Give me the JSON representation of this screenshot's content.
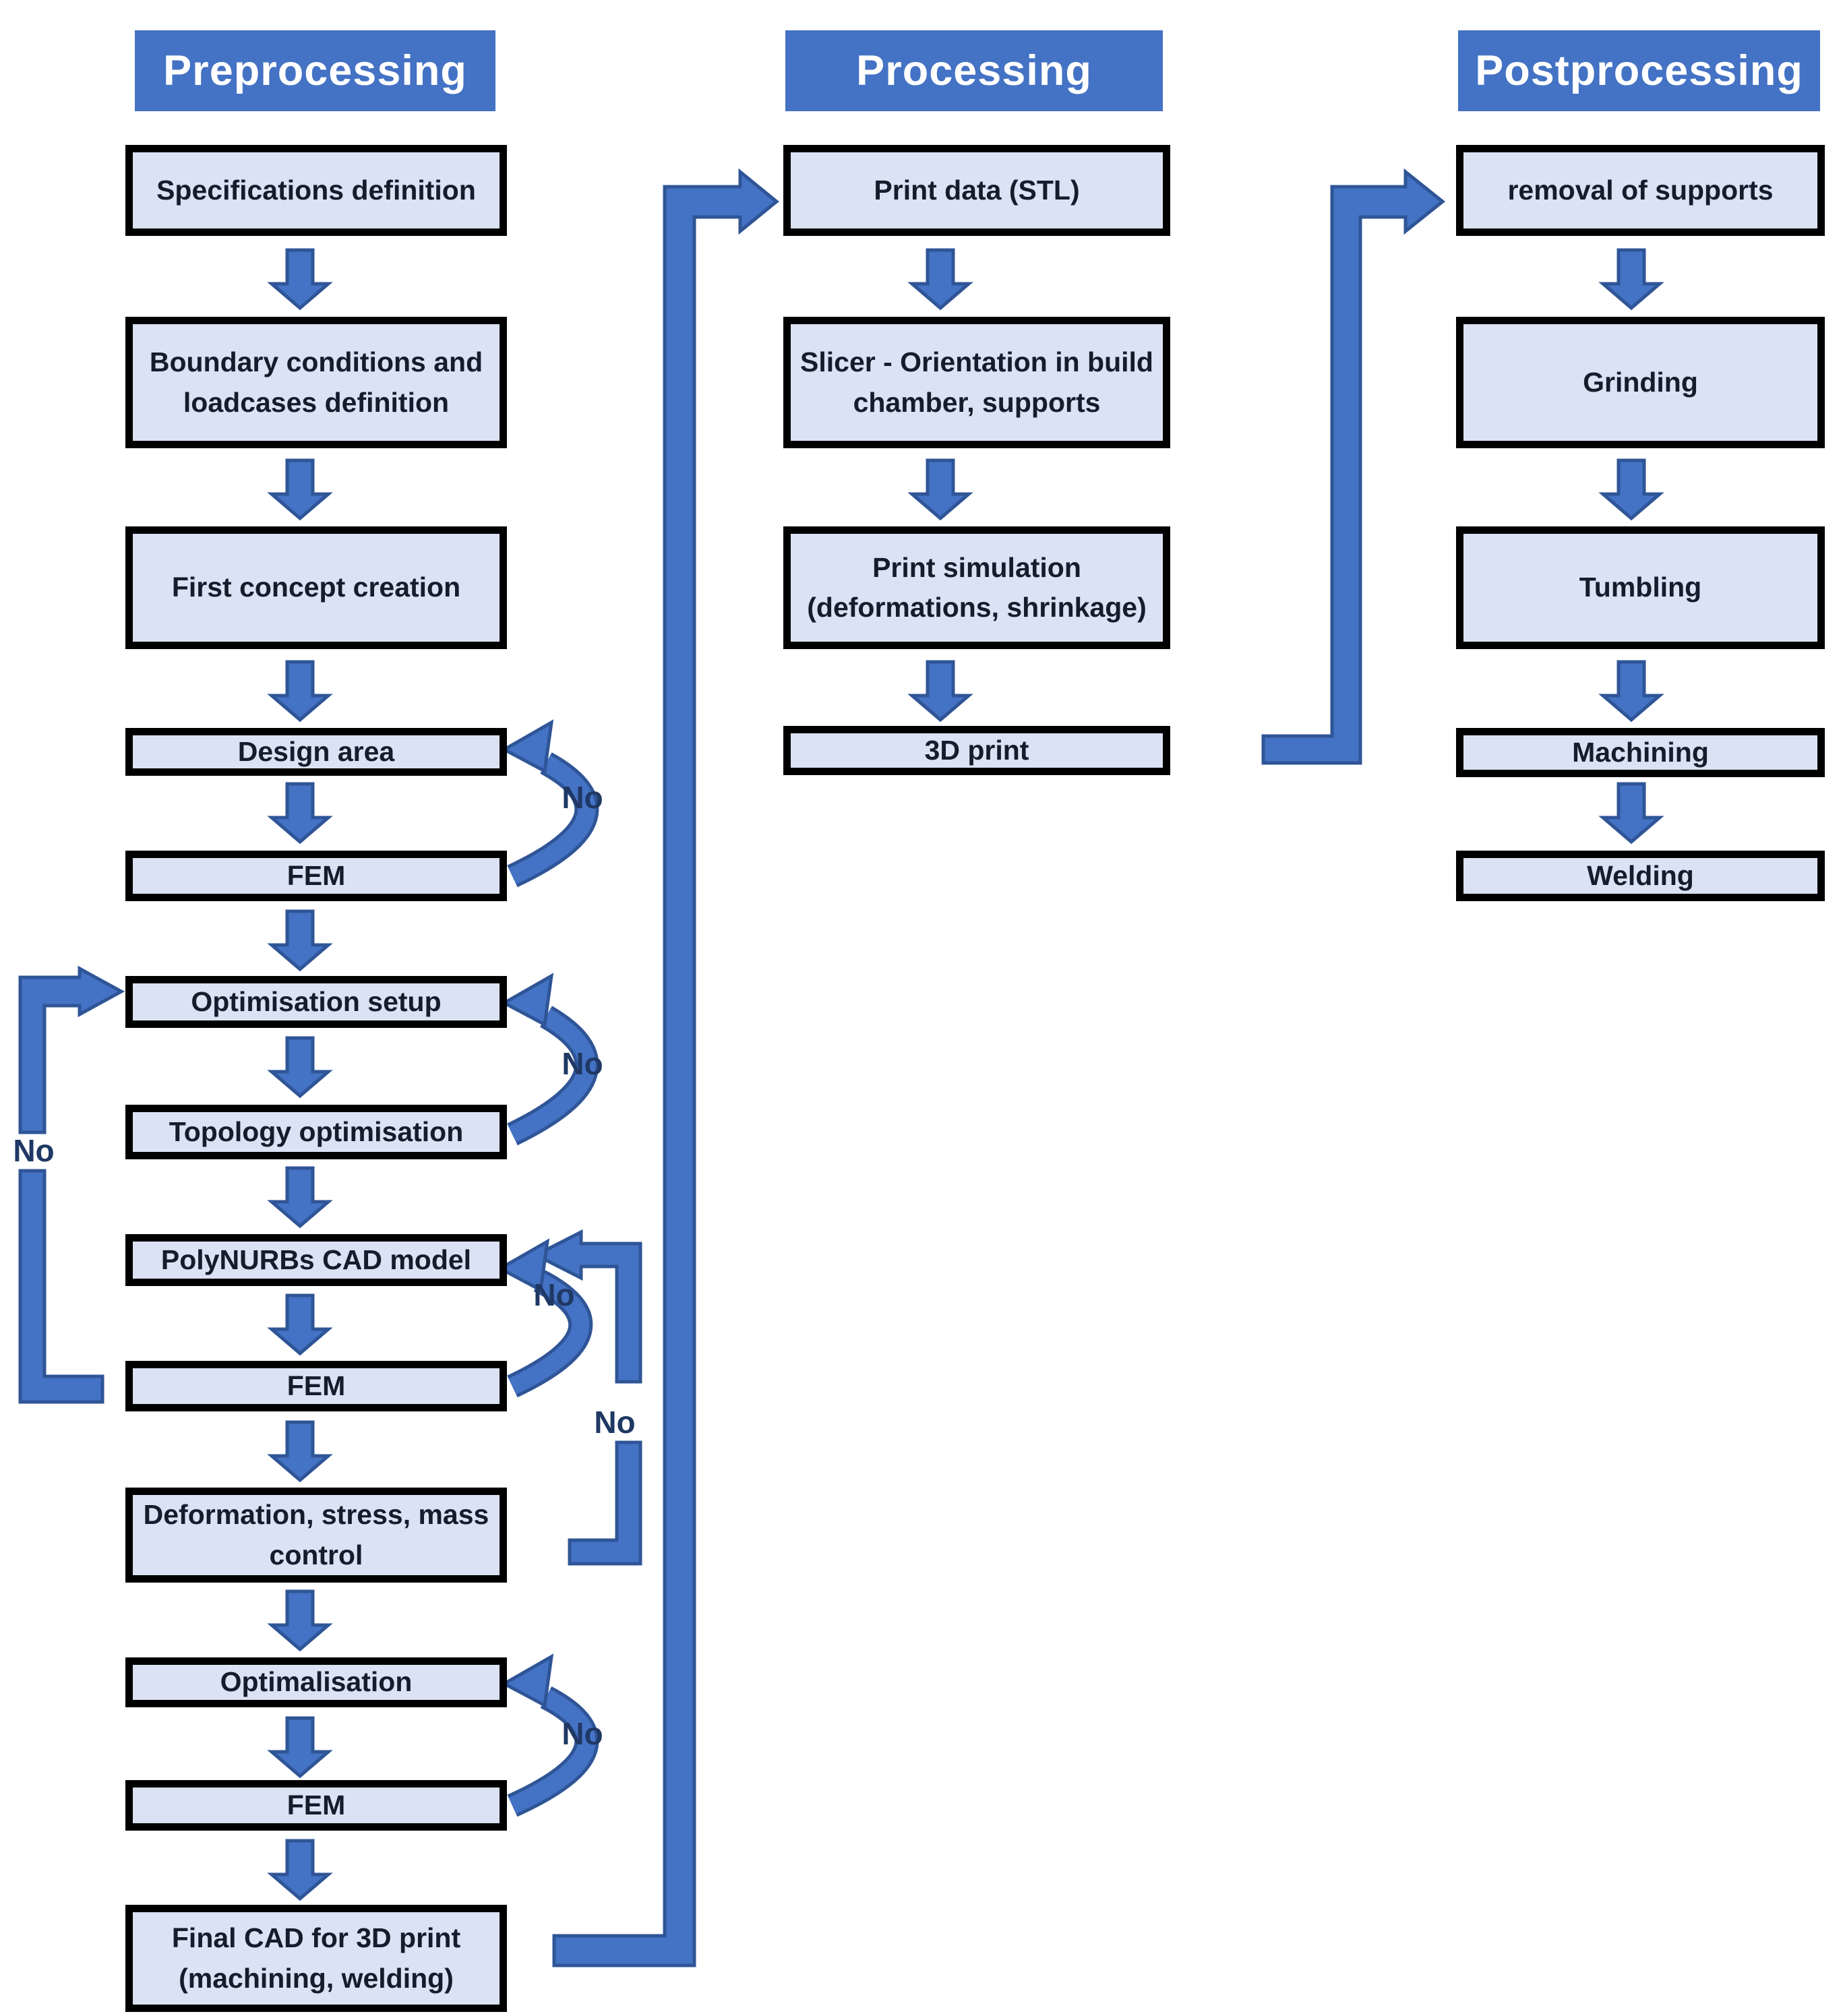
{
  "diagram": {
    "columns": [
      {
        "header": "Preprocessing",
        "boxes": [
          "Specifications definition",
          "Boundary conditions and\nloadcases definition",
          "First concept creation",
          "Design area",
          "FEM",
          "Optimisation setup",
          "Topology optimisation",
          "PolyNURBs CAD model",
          "FEM",
          "Deformation, stress, mass\ncontrol",
          "Optimalisation",
          "FEM",
          "Final CAD for 3D print\n(machining, welding)"
        ]
      },
      {
        "header": "Processing",
        "boxes": [
          "Print data (STL)",
          "Slicer - Orientation in build\nchamber, supports",
          "Print simulation\n(deformations, shrinkage)",
          "3D print"
        ]
      },
      {
        "header": "Postprocessing",
        "boxes": [
          "removal of supports",
          "Grinding",
          "Tumbling",
          "Machining",
          "Welding"
        ]
      }
    ],
    "no_labels": [
      "No",
      "No",
      "No",
      "No",
      "No",
      "No"
    ]
  },
  "colors": {
    "accent_blue": "#4472C4",
    "arrow_border": "#2F5597",
    "box_fill": "#DAE2F3",
    "box_border": "#000000",
    "header_text": "#FFFFFF",
    "no_text": "#1F3864",
    "background": "#FFFFFF"
  }
}
